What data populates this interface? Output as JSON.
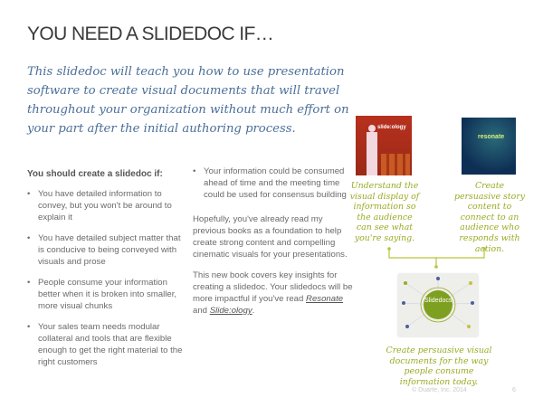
{
  "title": "YOU NEED A SLIDEDOC IF…",
  "intro": "This slidedoc will teach you how to use presentation software to create visual documents that will travel throughout your organization without much effort on your part after the initial authoring process.",
  "left": {
    "heading": "You should create a slidedoc if:",
    "bullets": [
      "You have detailed information to convey, but you won't be around to explain it",
      "You have detailed subject matter that is conducive to being conveyed with visuals and prose",
      "People consume your information better when it is broken into smaller, more visual chunks",
      "Your sales team needs modular collateral and tools that are flexible enough to get the right material to the right customers"
    ]
  },
  "right": {
    "bullet": "Your information could be consumed ahead of time and the meeting time could be used for consensus building",
    "para1": "Hopefully, you've already read my previous books as a foundation to help create strong content and compelling cinematic visuals for your presentations.",
    "para2_pre": "This new book covers key insights for creating a slidedoc. Your slidedocs will be more impactful if you've read ",
    "link_resonate": "Resonate",
    "para2_and": " and ",
    "link_slideology": "Slide:ology",
    "para2_end": "."
  },
  "books": {
    "slideology": {
      "cover_title": "slide:ology",
      "caption": "Understand the visual display of information so the audience can see what you're saying."
    },
    "resonate": {
      "cover_title": "resonate",
      "caption": "Create persuasive story content to connect to an audience who responds with action."
    },
    "slidedocs": {
      "cover_title": "Slidedocs",
      "caption": "Create persuasive visual documents for the way people consume information today."
    }
  },
  "colors": {
    "accent_green": "#9aab24",
    "intro_blue": "#4b6f99"
  },
  "footer": {
    "copyright": "© Duarte, Inc. 2014",
    "page": "6"
  }
}
